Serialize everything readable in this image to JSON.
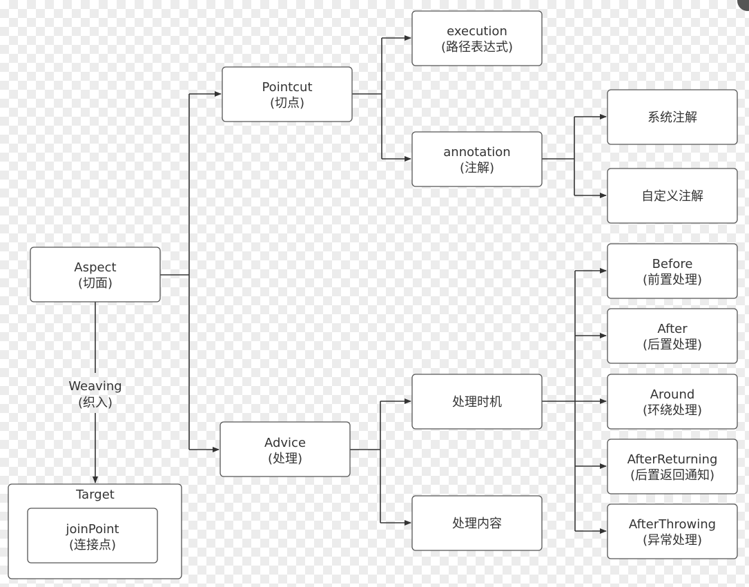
{
  "nodes": {
    "aspect": {
      "line1": "Aspect",
      "line2": "(切面)"
    },
    "pointcut": {
      "line1": "Pointcut",
      "line2": "(切点)"
    },
    "execution": {
      "line1": "execution",
      "line2": "(路径表达式)"
    },
    "annotation": {
      "line1": "annotation",
      "line2": "(注解)"
    },
    "system_annotation": {
      "line1": "系统注解"
    },
    "custom_annotation": {
      "line1": "自定义注解"
    },
    "advice": {
      "line1": "Advice",
      "line2": "(处理)"
    },
    "timing": {
      "line1": "处理时机"
    },
    "content": {
      "line1": "处理内容"
    },
    "before": {
      "line1": "Before",
      "line2": "(前置处理)"
    },
    "after": {
      "line1": "After",
      "line2": "(后置处理)"
    },
    "around": {
      "line1": "Around",
      "line2": "(环绕处理)"
    },
    "after_returning": {
      "line1": "AfterReturning",
      "line2": "(后置返回通知)"
    },
    "after_throwing": {
      "line1": "AfterThrowing",
      "line2": "(异常处理)"
    },
    "target": {
      "line1": "Target"
    },
    "joinpoint": {
      "line1": "joinPoint",
      "line2": "(连接点)"
    }
  },
  "edges": {
    "weaving": {
      "line1": "Weaving",
      "line2": "(织入)"
    }
  }
}
